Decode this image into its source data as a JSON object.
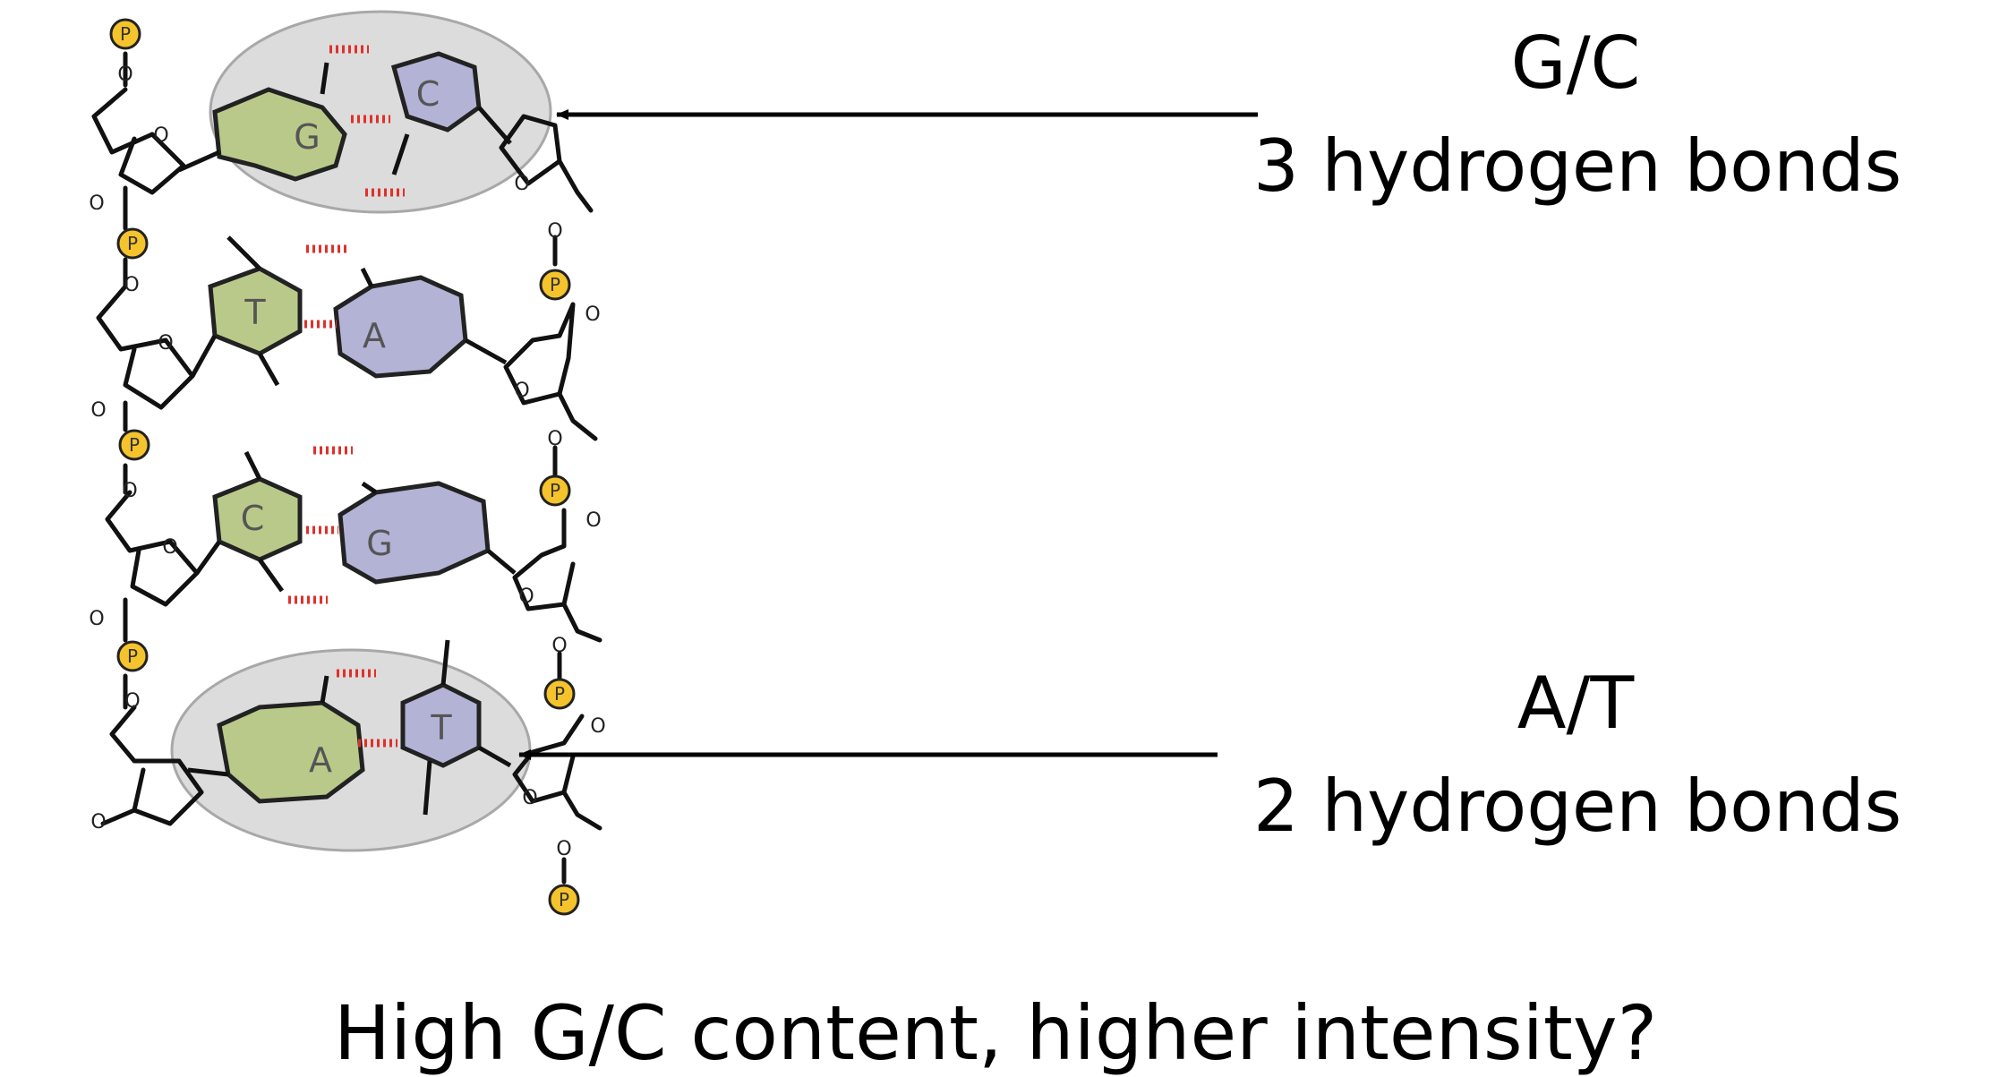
{
  "labels": {
    "gc_pair": "G/C",
    "gc_bonds": "3 hydrogen bonds",
    "at_pair": "A/T",
    "at_bonds": "2 hydrogen bonds"
  },
  "caption": "High G/C content, higher intensity?",
  "base_pairs": [
    {
      "left": "G",
      "right": "C",
      "highlighted": true
    },
    {
      "left": "T",
      "right": "A",
      "highlighted": false
    },
    {
      "left": "C",
      "right": "G",
      "highlighted": false
    },
    {
      "left": "A",
      "right": "T",
      "highlighted": true
    }
  ],
  "atom_labels": {
    "phosphate": "P",
    "oxygen": "O"
  },
  "colors": {
    "left_base": "#b9c98a",
    "right_base": "#b3b3d6",
    "hbond": "#e0302a",
    "phosphate": "#f5c42c",
    "highlight": "#dcdcdc"
  }
}
